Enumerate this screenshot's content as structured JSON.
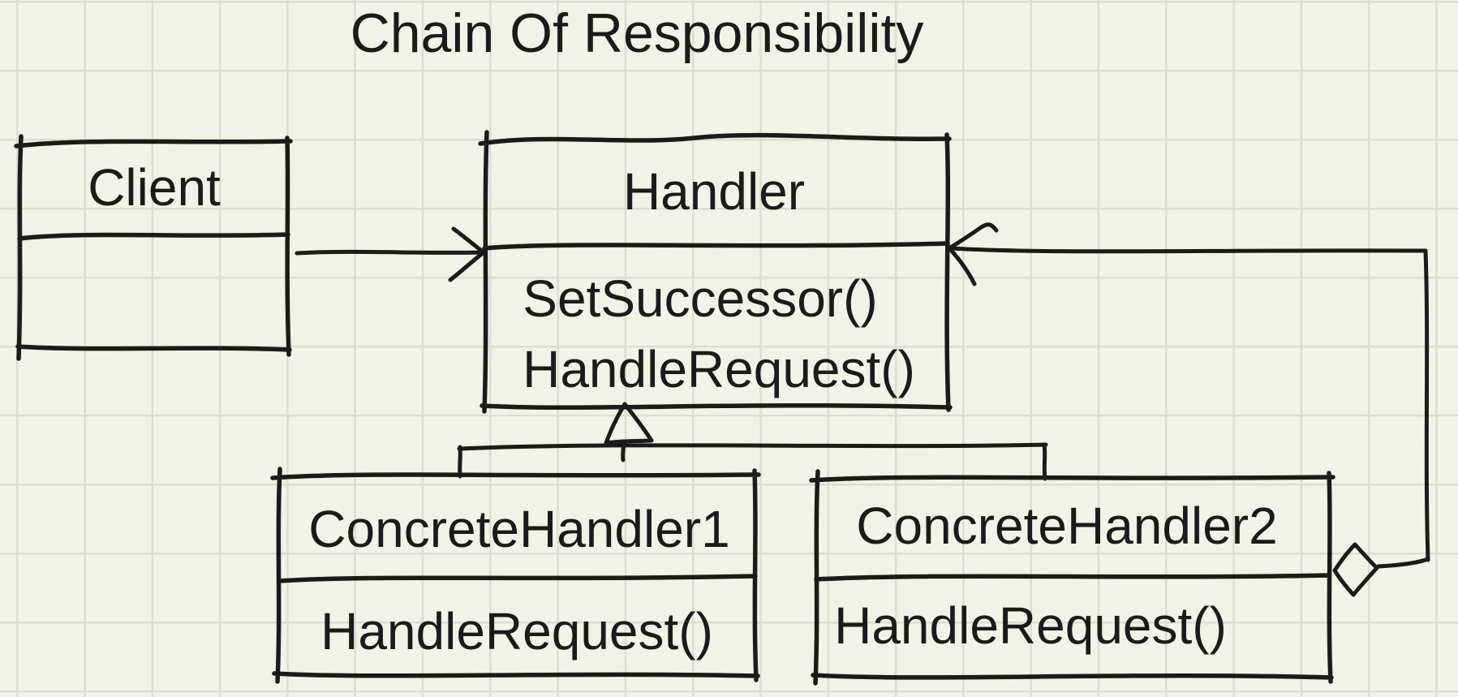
{
  "title": "Chain Of Responsibility",
  "colors": {
    "background": "#f3f2e6",
    "grid_line": "#deddd0",
    "ink": "#1b1b1b"
  },
  "classes": [
    {
      "name": "Client",
      "methods": []
    },
    {
      "name": "Handler",
      "methods": [
        "SetSuccessor()",
        "HandleRequest()"
      ]
    },
    {
      "name": "ConcreteHandler1",
      "methods": [
        "HandleRequest()"
      ]
    },
    {
      "name": "ConcreteHandler2",
      "methods": [
        "HandleRequest()"
      ]
    }
  ],
  "relations": [
    {
      "type": "association",
      "from": "Client",
      "to": "Handler"
    },
    {
      "type": "inheritance",
      "from": "ConcreteHandler1",
      "to": "Handler"
    },
    {
      "type": "inheritance",
      "from": "ConcreteHandler2",
      "to": "Handler"
    },
    {
      "type": "aggregation",
      "from": "ConcreteHandler2",
      "to": "Handler"
    }
  ]
}
